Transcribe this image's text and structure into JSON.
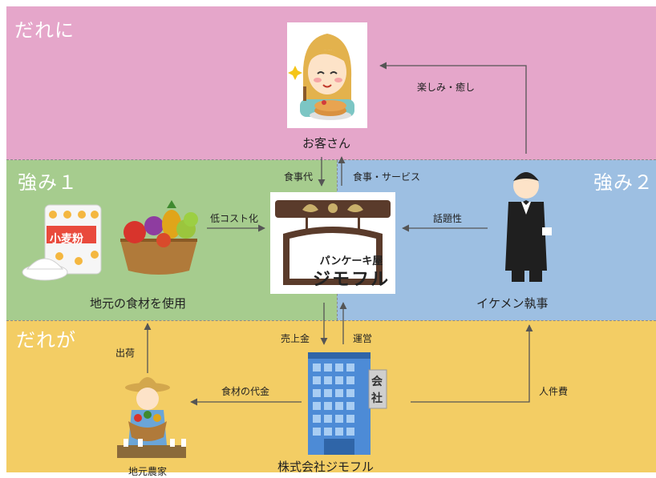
{
  "sections": {
    "top": "だれに",
    "left": "強み１",
    "right": "強み２",
    "bottom": "だれが"
  },
  "nodes": {
    "customer": "お客さん",
    "local_ingredients": "地元の食材を使用",
    "butler": "イケメン執事",
    "farmer": "地元農家",
    "company": "株式会社ジモフル"
  },
  "sign": {
    "line1": "パンケーキ屋",
    "line2": "ジモフル"
  },
  "illustration_text": {
    "flour_bag": "小麦粉",
    "building_sign_1": "会",
    "building_sign_2": "社"
  },
  "edges": {
    "food_fee": "食事代",
    "food_service": "食事・サービス",
    "fun_healing": "楽しみ・癒し",
    "low_cost": "低コスト化",
    "topicality": "話題性",
    "sales": "売上金",
    "operation": "運営",
    "shipment": "出荷",
    "ingredient_payment": "食材の代金",
    "labor_cost": "人件費"
  },
  "colors": {
    "top_panel": "#e5a6ca",
    "strength1_panel": "#a6cc8e",
    "strength2_panel": "#9dbfe2",
    "bottom_panel": "#f3cd64",
    "arrow": "#555555"
  }
}
